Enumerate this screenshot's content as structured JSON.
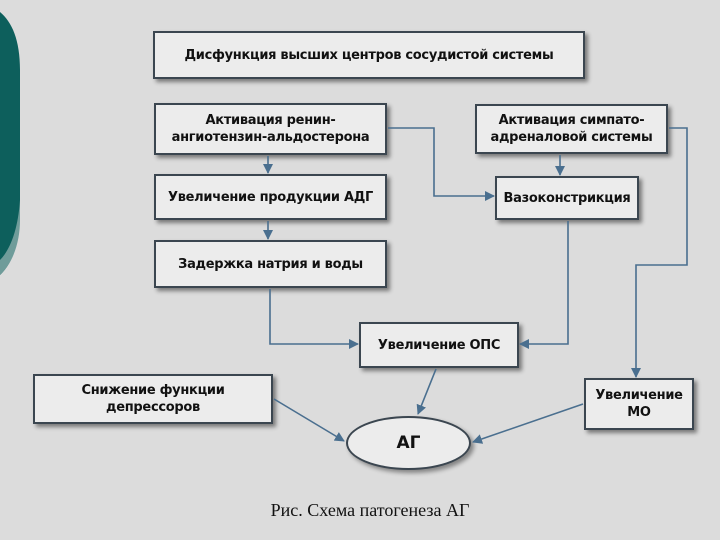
{
  "diagram": {
    "nodes": {
      "dysfunction": "Дисфункция высших центров сосудистой системы",
      "renin": "Активация ренин-ангиотензин-альдостерона",
      "sympatho": "Активация симпато-адреналовой системы",
      "adh": "Увеличение продукции АДГ",
      "vasoconstriction": "Вазоконстрикция",
      "sodium": "Задержка натрия и воды",
      "ops": "Увеличение ОПС",
      "depressors": "Снижение функции депрессоров",
      "mo": "Увеличение МО",
      "ag": "АГ"
    },
    "caption": "Рис. Схема патогенеза АГ"
  },
  "colors": {
    "background": "#dcdcdc",
    "box_fill": "#ececec",
    "box_border": "#3b4650",
    "arrow": "#4a6f8f",
    "watermark": "#b9f0b0",
    "left_decoration": "#0d5f5c"
  }
}
